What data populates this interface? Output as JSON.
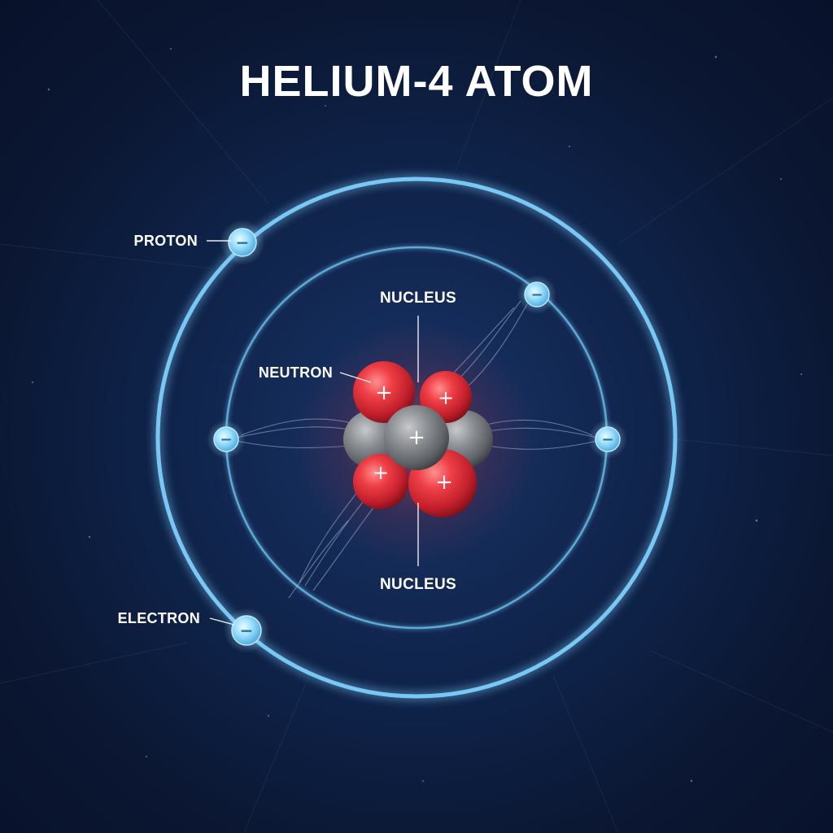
{
  "diagram": {
    "title": "HELIUM-4 ATOM",
    "labels": {
      "proton": "PROTON",
      "electron": "ELECTRON",
      "neutron": "NEUTRON",
      "nucleus_top": "NUCLEUS",
      "nucleus_bottom": "NUCLEUS"
    },
    "signs": {
      "proton_sign": "+",
      "neutron_sign": "+",
      "electron_sign": "−"
    },
    "colors": {
      "background": "#0b1730",
      "orbit_glow": "#7fd0ff",
      "proton": "#e0333b",
      "neutron": "#8c8f94",
      "electron": "#8fd8ff",
      "text": "#ffffff"
    }
  }
}
